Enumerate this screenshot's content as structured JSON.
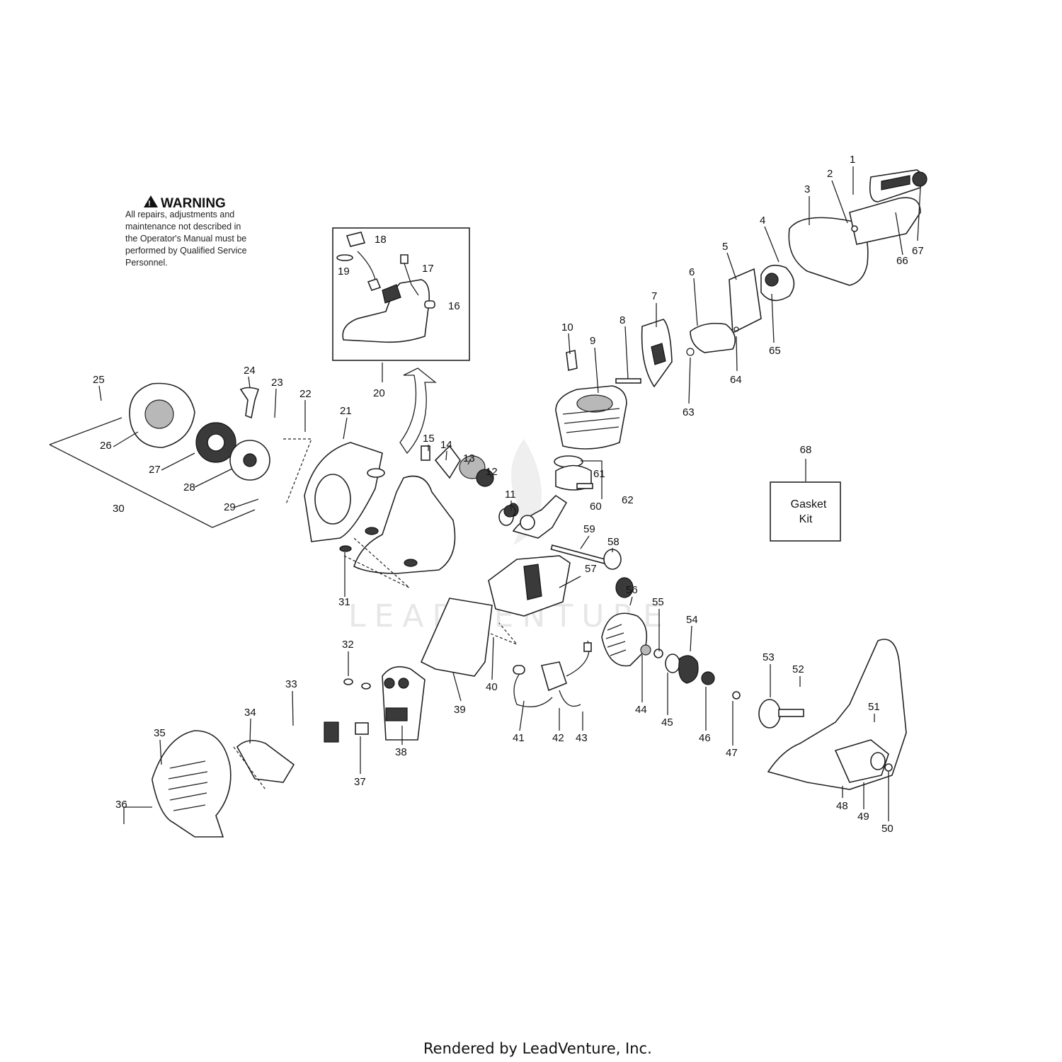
{
  "warning": {
    "title": "WARNING",
    "lines": [
      "All repairs, adjustments and",
      "maintenance not described in",
      "the Operator's Manual must be",
      "performed by Qualified Service",
      "Personnel."
    ]
  },
  "gasket_kit": {
    "number": "68",
    "line1": "Gasket",
    "line2": "Kit"
  },
  "watermark": "LEADVENTURE",
  "footer": "Rendered by LeadVenture, Inc.",
  "callouts": [
    "1",
    "2",
    "3",
    "4",
    "5",
    "6",
    "7",
    "8",
    "9",
    "10",
    "11",
    "12",
    "13",
    "14",
    "15",
    "16",
    "17",
    "18",
    "19",
    "20",
    "21",
    "22",
    "23",
    "24",
    "25",
    "26",
    "27",
    "28",
    "29",
    "30",
    "31",
    "32",
    "33",
    "34",
    "35",
    "36",
    "37",
    "38",
    "39",
    "40",
    "41",
    "42",
    "43",
    "44",
    "45",
    "46",
    "47",
    "48",
    "49",
    "50",
    "51",
    "52",
    "53",
    "54",
    "55",
    "56",
    "57",
    "58",
    "59",
    "60",
    "61",
    "62",
    "63",
    "64",
    "65",
    "66",
    "67"
  ]
}
